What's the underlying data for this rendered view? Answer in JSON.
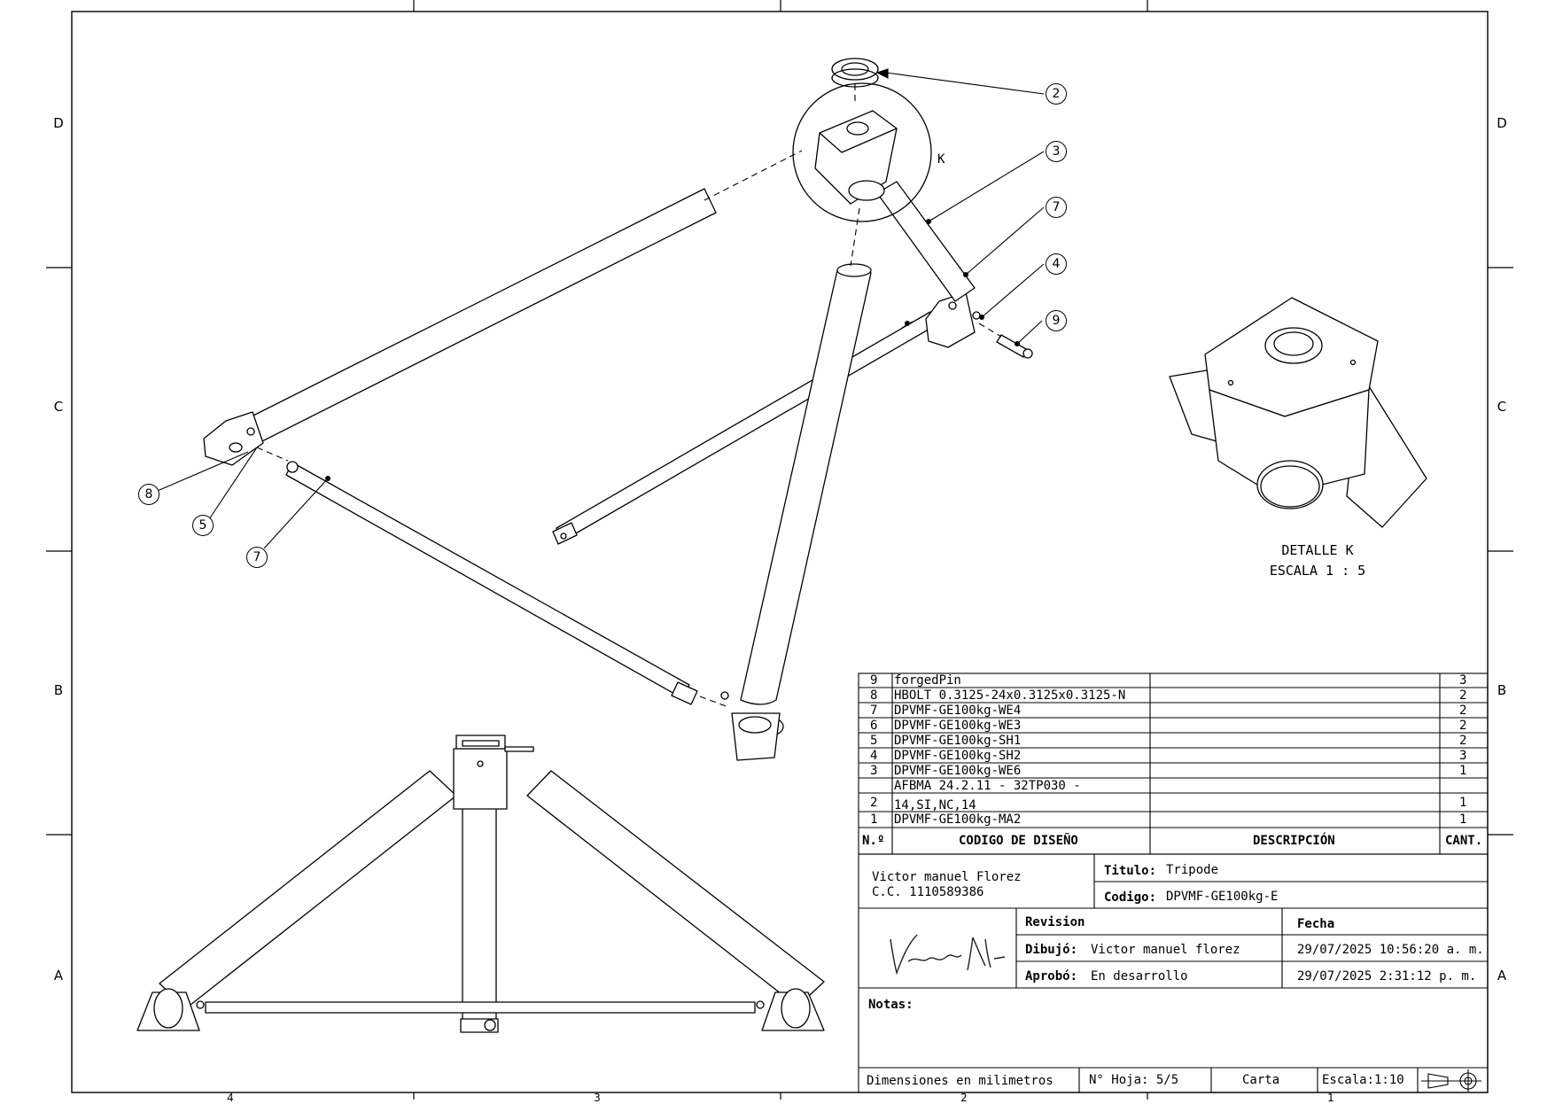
{
  "zones": {
    "rows_left": [
      "D",
      "C",
      "B",
      "A"
    ],
    "rows_right": [
      "D",
      "C",
      "B",
      "A"
    ],
    "cols_bottom": [
      "4",
      "3",
      "2",
      "1"
    ]
  },
  "detail_marker": "K",
  "detail_caption": {
    "line1": "DETALLE K",
    "line2": "ESCALA 1 : 5"
  },
  "balloons": [
    "2",
    "3",
    "7",
    "4",
    "9",
    "8",
    "5",
    "7"
  ],
  "bom": {
    "rows": [
      {
        "n": "9",
        "code": "forgedPin",
        "desc": "",
        "qty": "3"
      },
      {
        "n": "8",
        "code": "HBOLT 0.3125-24x0.3125x0.3125-N",
        "desc": "",
        "qty": "2"
      },
      {
        "n": "7",
        "code": "DPVMF-GE100kg-WE4",
        "desc": "",
        "qty": "2"
      },
      {
        "n": "6",
        "code": "DPVMF-GE100kg-WE3",
        "desc": "",
        "qty": "2"
      },
      {
        "n": "5",
        "code": "DPVMF-GE100kg-SH1",
        "desc": "",
        "qty": "2"
      },
      {
        "n": "4",
        "code": "DPVMF-GE100kg-SH2",
        "desc": "",
        "qty": "3"
      },
      {
        "n": "3",
        "code": "DPVMF-GE100kg-WE6",
        "desc": "",
        "qty": "1"
      },
      {
        "n": "2",
        "code": "AFBMA 24.2.11 - 32TP030 -",
        "code2": "14,SI,NC,14",
        "desc": "",
        "qty": "1"
      },
      {
        "n": "1",
        "code": "DPVMF-GE100kg-MA2",
        "desc": "",
        "qty": "1"
      }
    ],
    "header": {
      "n": "N.º",
      "code": "CODIGO DE DISEÑO",
      "desc": "DESCRIPCIÓN",
      "qty": "CANT."
    }
  },
  "title_block": {
    "author": "Victor manuel Florez",
    "author_id": "C.C. 1110589386",
    "titulo_label": "Titulo:",
    "titulo": "Tripode",
    "codigo_label": "Codigo:",
    "codigo": "DPVMF-GE100kg-E",
    "revision_label": "Revision",
    "fecha_label": "Fecha",
    "dibujo_label": "Dibujó:",
    "dibujo": "Victor manuel florez",
    "dibujo_fecha": "29/07/2025 10:56:20 a. m.",
    "aprobo_label": "Aprobó:",
    "aprobo": "En desarrollo",
    "aprobo_fecha": "29/07/2025 2:31:12 p. m.",
    "signature": "Victor M.",
    "notas_label": "Notas:",
    "units": "Dimensiones en milimetros",
    "hoja": "N° Hoja: 5/5",
    "paper": "Carta",
    "escala": "Escala:1:10"
  }
}
